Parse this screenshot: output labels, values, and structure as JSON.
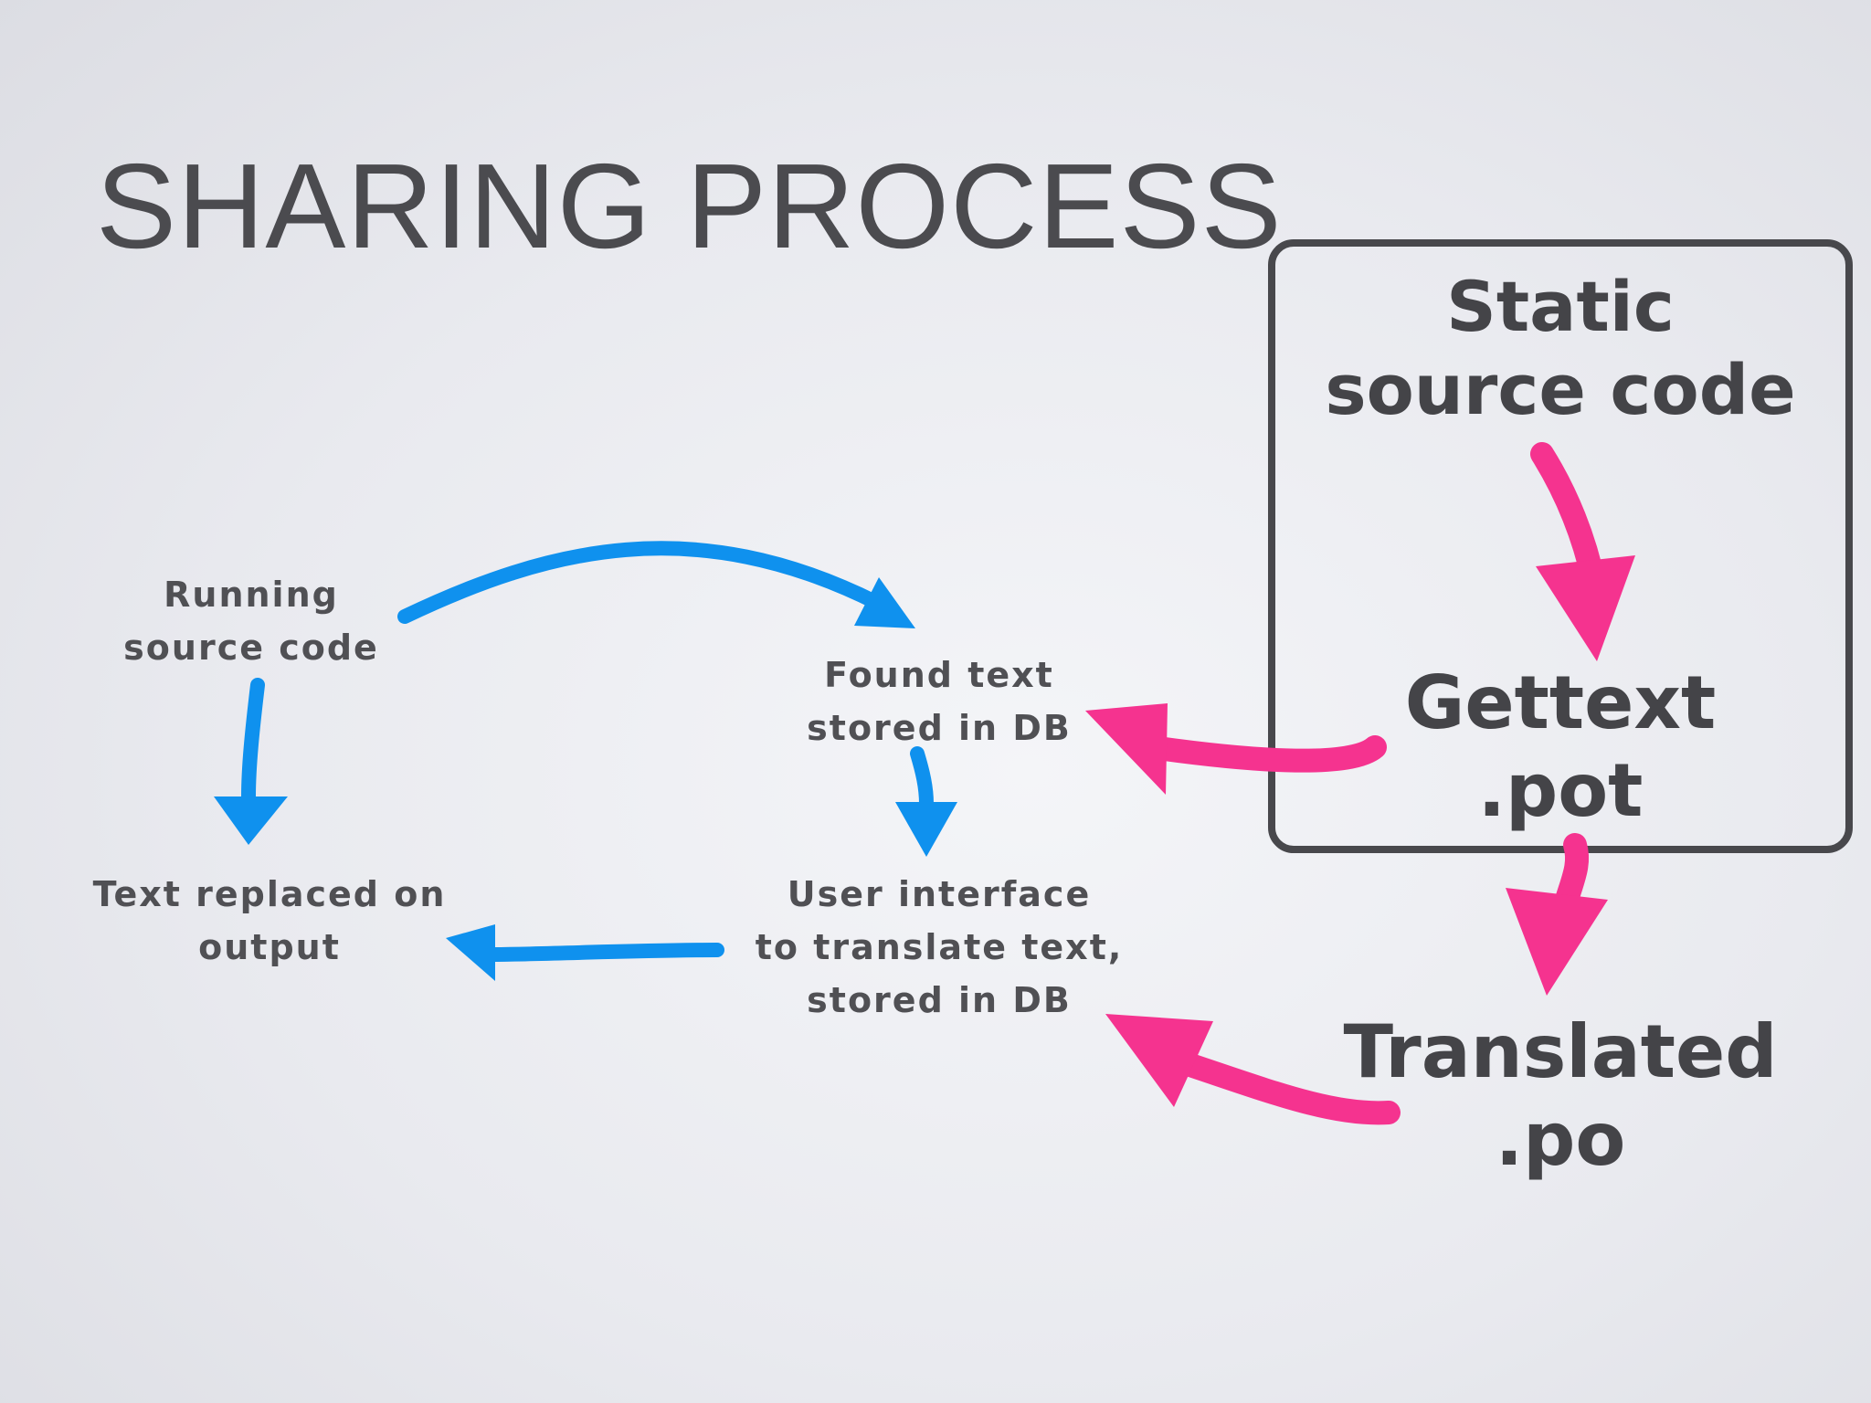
{
  "title": "SHARING PROCESS",
  "nodes": {
    "static_source": [
      "Static",
      "source code"
    ],
    "gettext_pot": [
      "Gettext",
      ".pot"
    ],
    "translated_po": [
      "Translated",
      ".po"
    ],
    "running_source": [
      "Running",
      "source code"
    ],
    "found_text": [
      "Found text",
      "stored in DB"
    ],
    "text_replaced": [
      "Text replaced on",
      "output"
    ],
    "user_interface": [
      "User interface",
      "to translate text,",
      "stored in DB"
    ]
  },
  "colors": {
    "blue_arrow": "#0f91ee",
    "pink_arrow": "#f5338f",
    "box_border": "#48484c",
    "text": "#4b4b4f"
  }
}
